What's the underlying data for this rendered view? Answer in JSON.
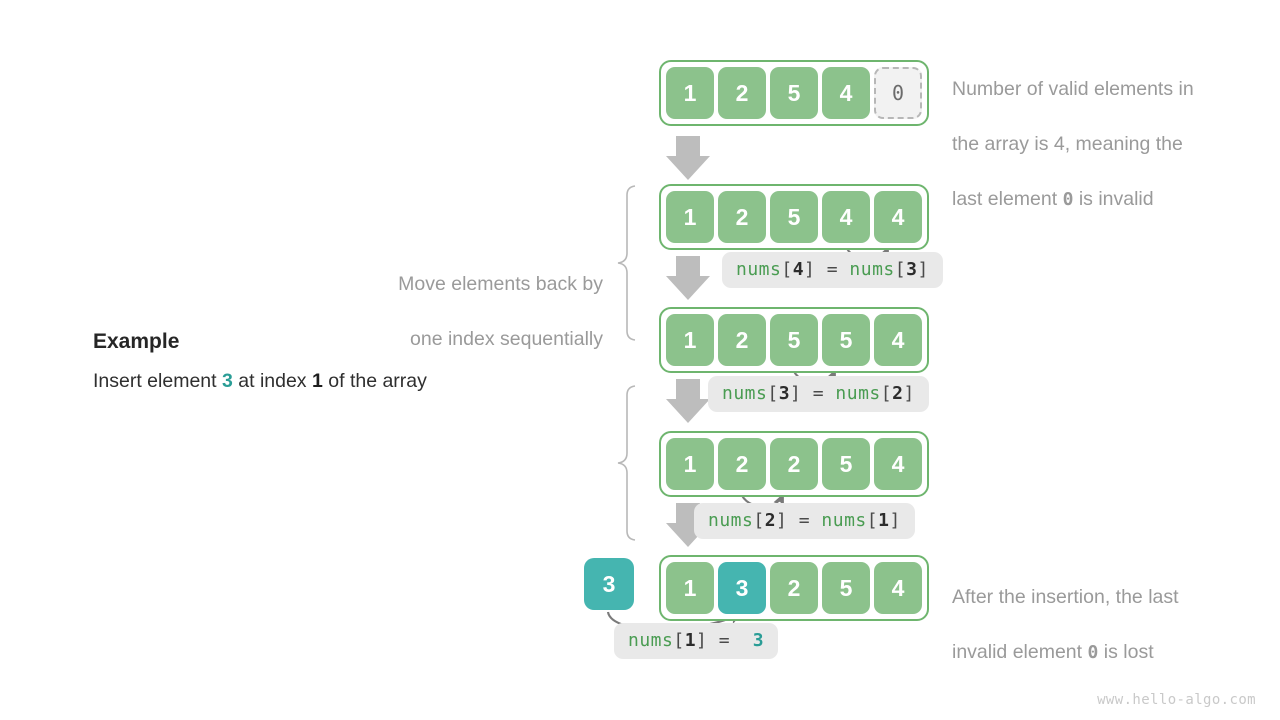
{
  "page": {
    "watermark": "www.hello-algo.com"
  },
  "example": {
    "title": "Example",
    "line_prefix": "Insert element ",
    "value": "3",
    "line_mid": " at index ",
    "index": "1",
    "line_suffix": " of the array"
  },
  "annotations": {
    "top_right": "Number of valid elements in\nthe array is 4, meaning the\nlast element 0 is invalid",
    "top_right_parts": {
      "a": "Number of valid elements in",
      "b": "the array is 4, meaning the",
      "c_pre": "last element ",
      "c_mono": "0",
      "c_post": " is invalid"
    },
    "left_brace": "Move elements back by\none index sequentially",
    "left_brace_parts": {
      "a": "Move elements back by",
      "b": "one index sequentially"
    },
    "bottom_right_parts": {
      "a": "After the insertion, the last",
      "b_pre": "invalid element ",
      "b_mono": "0",
      "b_post": " is lost"
    }
  },
  "rows": [
    {
      "id": "row-initial",
      "cells": [
        {
          "value": "1",
          "style": "green"
        },
        {
          "value": "2",
          "style": "green"
        },
        {
          "value": "5",
          "style": "green"
        },
        {
          "value": "4",
          "style": "green"
        },
        {
          "value": "0",
          "style": "ghost"
        }
      ]
    },
    {
      "id": "row-shift-4",
      "cells": [
        {
          "value": "1",
          "style": "green"
        },
        {
          "value": "2",
          "style": "green"
        },
        {
          "value": "5",
          "style": "green"
        },
        {
          "value": "4",
          "style": "green"
        },
        {
          "value": "4",
          "style": "green"
        }
      ]
    },
    {
      "id": "row-shift-3",
      "cells": [
        {
          "value": "1",
          "style": "green"
        },
        {
          "value": "2",
          "style": "green"
        },
        {
          "value": "5",
          "style": "green"
        },
        {
          "value": "5",
          "style": "green"
        },
        {
          "value": "4",
          "style": "green"
        }
      ]
    },
    {
      "id": "row-shift-2",
      "cells": [
        {
          "value": "1",
          "style": "green"
        },
        {
          "value": "2",
          "style": "green"
        },
        {
          "value": "2",
          "style": "green"
        },
        {
          "value": "5",
          "style": "green"
        },
        {
          "value": "4",
          "style": "green"
        }
      ]
    },
    {
      "id": "row-final",
      "cells": [
        {
          "value": "1",
          "style": "green"
        },
        {
          "value": "3",
          "style": "teal"
        },
        {
          "value": "2",
          "style": "green"
        },
        {
          "value": "5",
          "style": "green"
        },
        {
          "value": "4",
          "style": "green"
        }
      ]
    }
  ],
  "insert_box": {
    "value": "3"
  },
  "code_labels": [
    {
      "id": "code-4-3",
      "lhs_fn": "nums",
      "lhs_open": "[",
      "lhs_idx": "4",
      "lhs_close": "]",
      "eq": "=",
      "rhs_fn": "nums",
      "rhs_open": "[",
      "rhs_idx": "3",
      "rhs_close": "]"
    },
    {
      "id": "code-3-2",
      "lhs_fn": "nums",
      "lhs_open": "[",
      "lhs_idx": "3",
      "lhs_close": "]",
      "eq": "=",
      "rhs_fn": "nums",
      "rhs_open": "[",
      "rhs_idx": "2",
      "rhs_close": "]"
    },
    {
      "id": "code-2-1",
      "lhs_fn": "nums",
      "lhs_open": "[",
      "lhs_idx": "2",
      "lhs_close": "]",
      "eq": "=",
      "rhs_fn": "nums",
      "rhs_open": "[",
      "rhs_idx": "1",
      "rhs_close": "]"
    },
    {
      "id": "code-1-val",
      "lhs_fn": "nums",
      "lhs_open": "[",
      "lhs_idx": "1",
      "lhs_close": "]",
      "eq": "=",
      "rhs_value": "3"
    }
  ],
  "colors": {
    "green_fill": "#8cc28c",
    "green_border": "#6eb56e",
    "teal_fill": "#45b5b0",
    "ghost_fill": "#f2f2f2",
    "ghost_border": "#b7b7b7",
    "chip_bg": "#e9e9e9",
    "code_fn": "#4a9c52",
    "note_gray": "#9a9a9a",
    "arrow_gray": "#bdbdbd",
    "curve_gray": "#7a7a7a"
  },
  "icons": {
    "down_arrow": "down-arrow-icon",
    "curved_arrow": "curved-arrow-icon",
    "brace": "curly-brace-icon"
  }
}
